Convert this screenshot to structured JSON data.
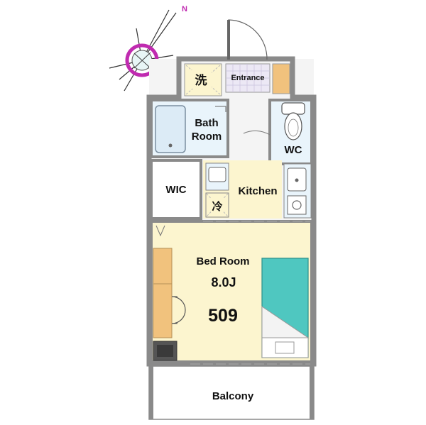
{
  "compass": {
    "north_label": "N"
  },
  "rooms": {
    "entrance": "Entrance",
    "laundry": "洗",
    "bath_line1": "Bath",
    "bath_line2": "Room",
    "wc": "WC",
    "wic": "WIC",
    "kitchen": "Kitchen",
    "fridge": "冷",
    "bedroom": "Bed Room",
    "bedroom_size": "8.0J",
    "unit_number": "509",
    "balcony": "Balcony"
  },
  "colors": {
    "wall": "#8a8a8a",
    "floor": "#fcf5cf",
    "wet_area": "#e9f4fb",
    "bed": "#4fc7c0",
    "storage": "#f1c27d",
    "entrance_tile": "#ece8f5",
    "compass_ring": "#c02bb0"
  }
}
